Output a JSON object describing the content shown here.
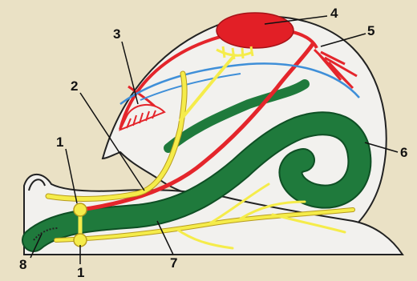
{
  "diagram": {
    "labels": [
      {
        "id": "1a",
        "text": "1"
      },
      {
        "id": "2",
        "text": "2"
      },
      {
        "id": "3",
        "text": "3"
      },
      {
        "id": "4",
        "text": "4"
      },
      {
        "id": "5",
        "text": "5"
      },
      {
        "id": "6",
        "text": "6"
      },
      {
        "id": "1b",
        "text": "1"
      },
      {
        "id": "7",
        "text": "7"
      },
      {
        "id": "8",
        "text": "8"
      }
    ],
    "colors": {
      "background": "#ede4c9",
      "body": "#f2f1ee",
      "outline": "#222222",
      "heart": "#e21f26",
      "artery": "#e4252b",
      "vein": "#3f8fd8",
      "nerve": "#f5ec4a",
      "nerve_edge": "#b79b1d",
      "gut": "#1f7a3c",
      "gut_edge": "#0e4f24"
    }
  }
}
